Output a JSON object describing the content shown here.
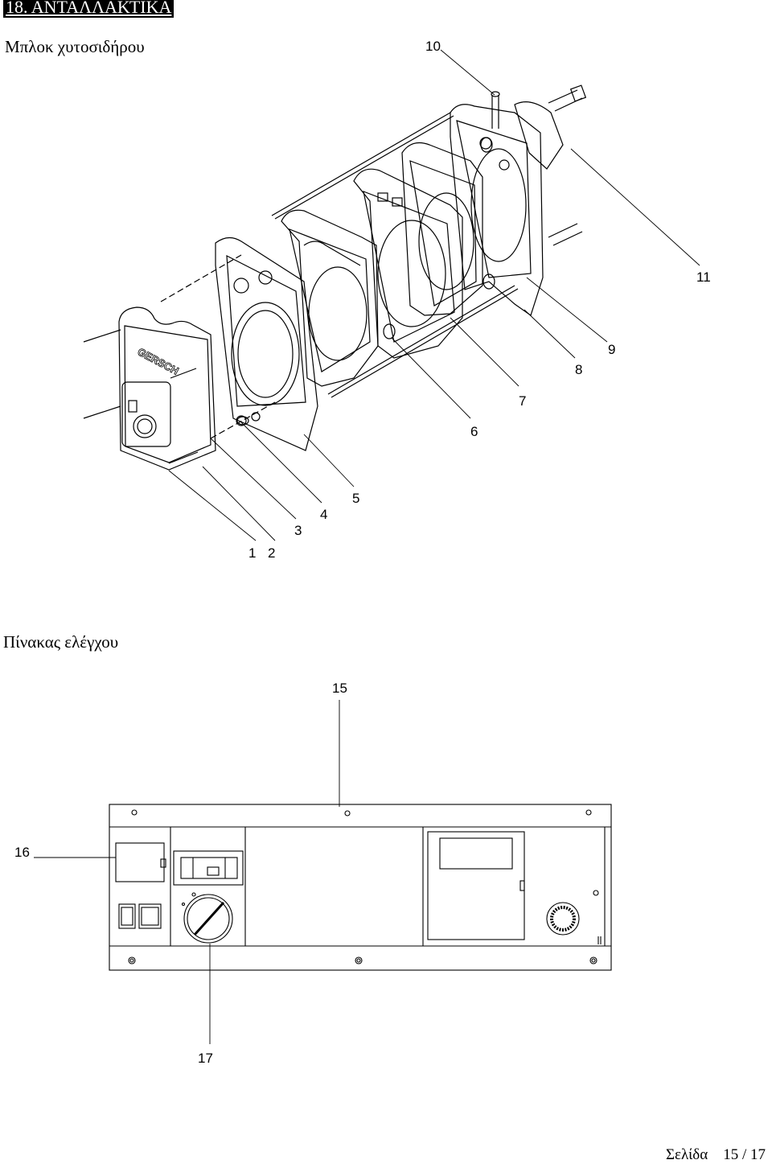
{
  "heading": "18. ΑΝΤΑΛΛΑΚΤΙΚΑ",
  "section1_title": "Μπλοκ χυτοσιδήρου",
  "section2_title": "Πίνακας ελέγχου",
  "block_brand": "GERSCH",
  "callouts_block": [
    "1",
    "2",
    "3",
    "4",
    "5",
    "6",
    "7",
    "8",
    "9",
    "10",
    "11"
  ],
  "callouts_panel": [
    "15",
    "16",
    "17"
  ],
  "footer": {
    "label": "Σελίδα",
    "page": "15 / 17"
  }
}
